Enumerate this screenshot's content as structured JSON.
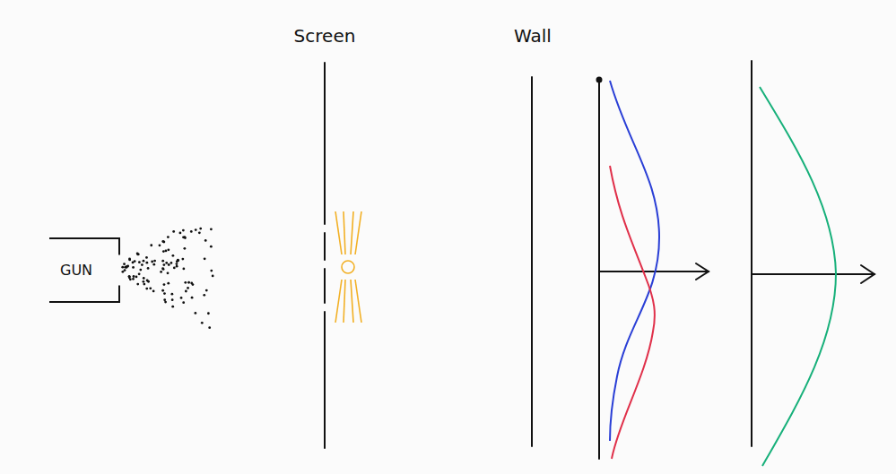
{
  "diagram": {
    "nodes": [
      {
        "text": [
          "GUN"
        ]
      }
    ],
    "labels": [
      "Screen",
      "Wall"
    ]
  }
}
